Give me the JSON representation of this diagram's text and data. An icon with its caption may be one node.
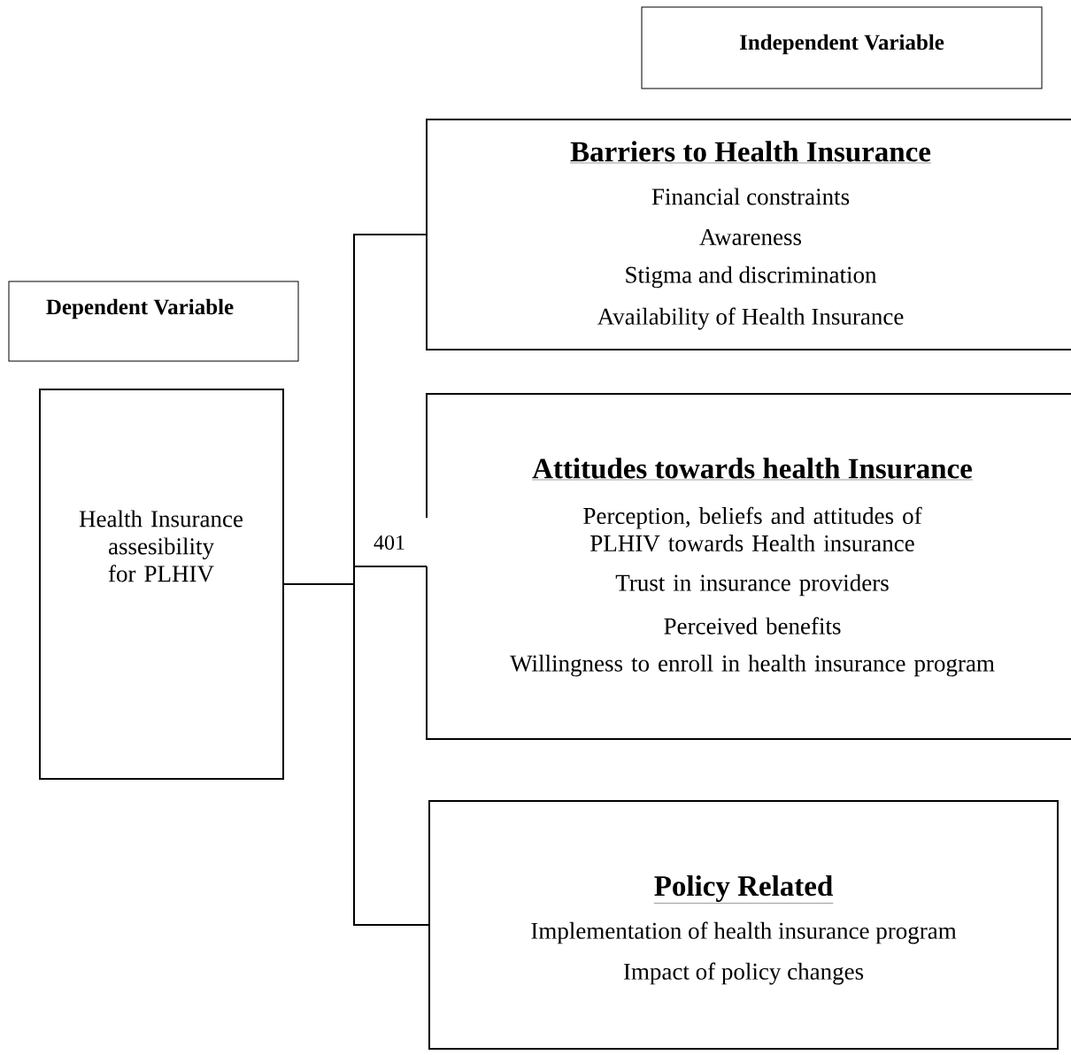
{
  "diagram": {
    "nodes": [
      {
        "text": [
          "Independent Variable"
        ]
      },
      {
        "text": [
          "Barriers to Health Insurance",
          "Financial constraints",
          "Awareness",
          "Stigma and discrimination",
          "Availability of Health Insurance"
        ]
      },
      {
        "text": [
          "Dependent Variable"
        ]
      },
      {
        "text": [
          "Health Insurance assesibility for PLHIV"
        ]
      },
      {
        "text": [
          "Attitudes towards health Insurance",
          "Perception, beliefs and attitudes of PLHIV towards Health insurance",
          "Trust in insurance providers",
          "Perceived  benefits",
          "Willingness to enroll in health insurance program"
        ]
      },
      {
        "text": [
          "Policy  Related",
          "Implementation of health insurance program",
          "Impact of policy changes"
        ]
      }
    ],
    "edges": [
      {
        "from": 3,
        "to": 1,
        "arrow": "none"
      },
      {
        "from": 3,
        "to": 4,
        "arrow": "none"
      },
      {
        "from": 3,
        "to": 5,
        "arrow": "none"
      }
    ],
    "labels": [
      "401"
    ]
  }
}
